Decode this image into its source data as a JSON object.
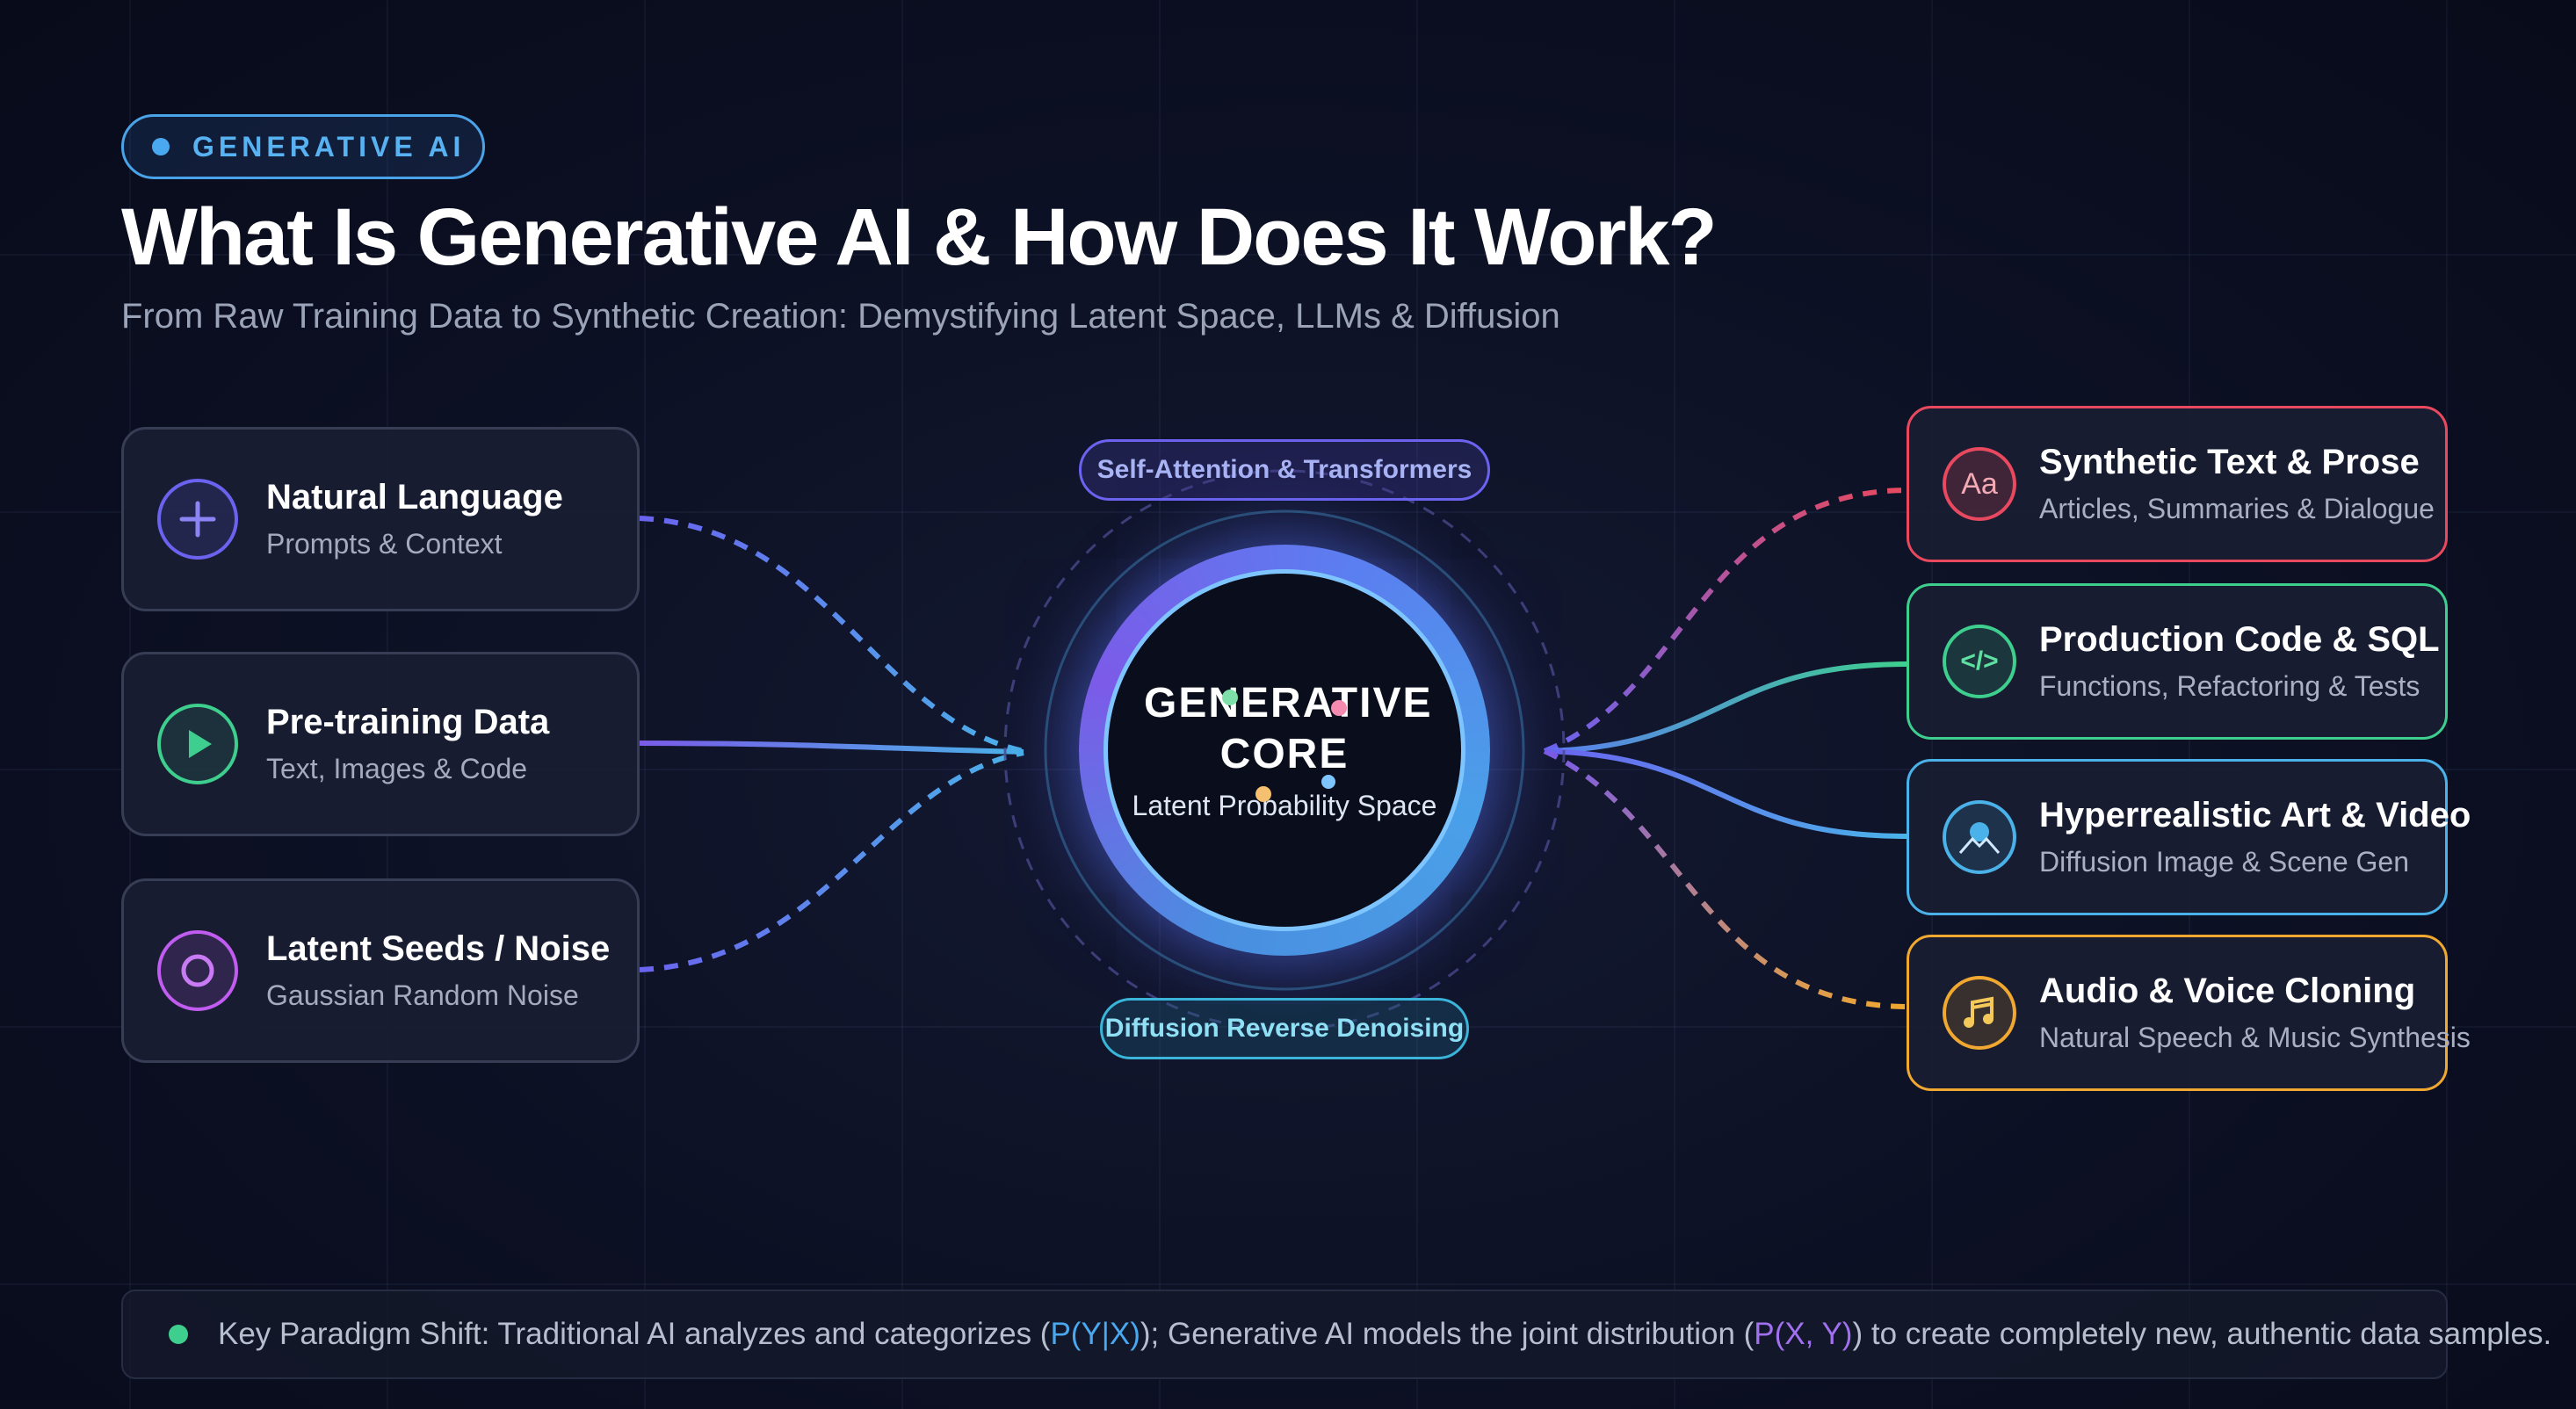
{
  "header": {
    "badge": "GENERATIVE AI",
    "title": "What Is Generative AI & How Does It Work?",
    "subtitle": "From Raw Training Data to Synthetic Creation: Demystifying Latent Space, LLMs & Diffusion"
  },
  "inputs": [
    {
      "title": "Natural Language",
      "subtitle": "Prompts & Context",
      "icon": "plus-icon",
      "color": "#6b63f0"
    },
    {
      "title": "Pre-training Data",
      "subtitle": "Text, Images & Code",
      "icon": "play-icon",
      "color": "#3ecf8e"
    },
    {
      "title": "Latent Seeds / Noise",
      "subtitle": "Gaussian Random Noise",
      "icon": "circle-icon",
      "color": "#c05cf0"
    }
  ],
  "core": {
    "top_label": "Self-Attention & Transformers",
    "title": "GENERATIVE CORE",
    "subtitle": "Latent Probability Space",
    "bottom_label": "Diffusion Reverse Denoising"
  },
  "outputs": [
    {
      "title": "Synthetic Text & Prose",
      "subtitle": "Articles, Summaries & Dialogue",
      "icon": "text-aa-icon",
      "glyph": "Aa",
      "color": "#e8495f"
    },
    {
      "title": "Production Code & SQL",
      "subtitle": "Functions, Refactoring & Tests",
      "icon": "code-icon",
      "glyph": "</>",
      "color": "#3ecf8e"
    },
    {
      "title": "Hyperrealistic Art & Video",
      "subtitle": "Diffusion Image & Scene Gen",
      "icon": "image-icon",
      "color": "#4ab2e8"
    },
    {
      "title": "Audio & Voice Cloning",
      "subtitle": "Natural Speech & Music Synthesis",
      "icon": "music-icon",
      "color": "#f0a830"
    }
  ],
  "footer": {
    "lead": "Key Paradigm Shift: Traditional AI analyzes and categorizes (",
    "term1": "P(Y|X)",
    "mid": "); Generative AI models the joint distribution (",
    "term2": "P(X, Y)",
    "tail": ") to create completely new, authentic data samples."
  }
}
